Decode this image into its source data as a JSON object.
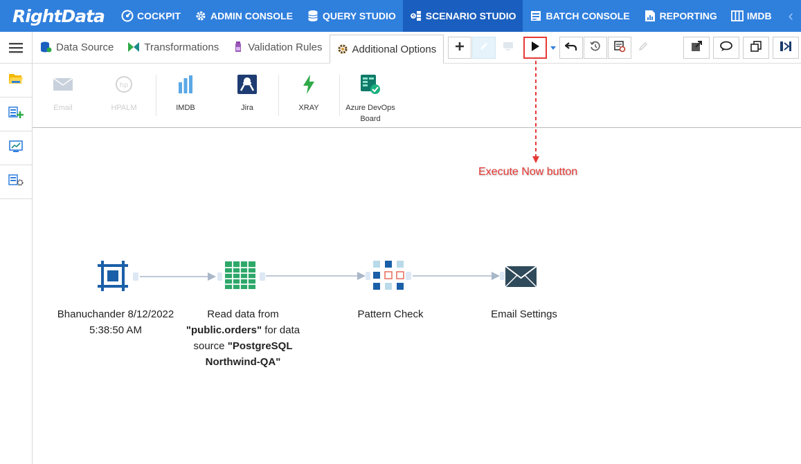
{
  "brand": {
    "logo_text": "RightData"
  },
  "topnav": {
    "items": [
      {
        "label": "COCKPIT",
        "icon": "cockpit-icon"
      },
      {
        "label": "ADMIN CONSOLE",
        "icon": "gear-icon"
      },
      {
        "label": "QUERY STUDIO",
        "icon": "database-icon"
      },
      {
        "label": "SCENARIO STUDIO",
        "icon": "scenario-icon",
        "active": true
      },
      {
        "label": "BATCH CONSOLE",
        "icon": "batch-icon"
      },
      {
        "label": "REPORTING",
        "icon": "report-icon"
      },
      {
        "label": "IMDB",
        "icon": "imdb-icon"
      }
    ],
    "collapse_glyph": "‹"
  },
  "tabs": [
    {
      "label": "Data Source",
      "icon": "database-icon"
    },
    {
      "label": "Transformations",
      "icon": "bowtie-icon"
    },
    {
      "label": "Validation Rules",
      "icon": "flask-icon"
    },
    {
      "label": "Additional Options",
      "icon": "cog-icon",
      "active": true
    }
  ],
  "toolbar": {
    "buttons": [
      "add",
      "edit",
      "monitor",
      "execute-now",
      "dropdown",
      "undo",
      "history",
      "schedule",
      "edit-disabled"
    ],
    "right_buttons": [
      "export",
      "comment",
      "copy",
      "panel"
    ]
  },
  "integrations": [
    {
      "label": "Email",
      "enabled": false,
      "icon": "email-icon"
    },
    {
      "label": "HPALM",
      "enabled": false,
      "icon": "hp-icon"
    },
    {
      "label": "IMDB",
      "enabled": true,
      "icon": "imdb-bars-icon"
    },
    {
      "label": "Jira",
      "enabled": true,
      "icon": "jira-icon"
    },
    {
      "label": "XRAY",
      "enabled": true,
      "icon": "xray-icon"
    },
    {
      "label": "Azure DevOps Board",
      "label_line1": "Azure DevOps",
      "label_line2": "Board",
      "enabled": true,
      "icon": "azure-board-icon"
    }
  ],
  "annotation": {
    "text": "Execute Now button",
    "color": "#e53935"
  },
  "flow": {
    "nodes": [
      {
        "id": "scenario",
        "icon": "scenario-frame-icon",
        "label_line1": "Bhanuchander 8/12/2022",
        "label_line2": "5:38:50 AM"
      },
      {
        "id": "read-data",
        "icon": "table-icon",
        "text_part1": "Read data from",
        "text_bold1": "\"public.orders\"",
        "text_part2": " for data",
        "text_part3": "source ",
        "text_bold2": "\"PostgreSQL",
        "text_bold3": "Northwind-QA\""
      },
      {
        "id": "pattern-check",
        "icon": "pattern-grid-icon",
        "label": "Pattern Check"
      },
      {
        "id": "email-settings",
        "icon": "envelope-icon",
        "label": "Email Settings"
      }
    ]
  },
  "colors": {
    "nav_bg": "#2f7fdd",
    "nav_active": "#1a5fbf",
    "accent_teal": "#1a8a8a",
    "highlight_red": "#e53935"
  }
}
